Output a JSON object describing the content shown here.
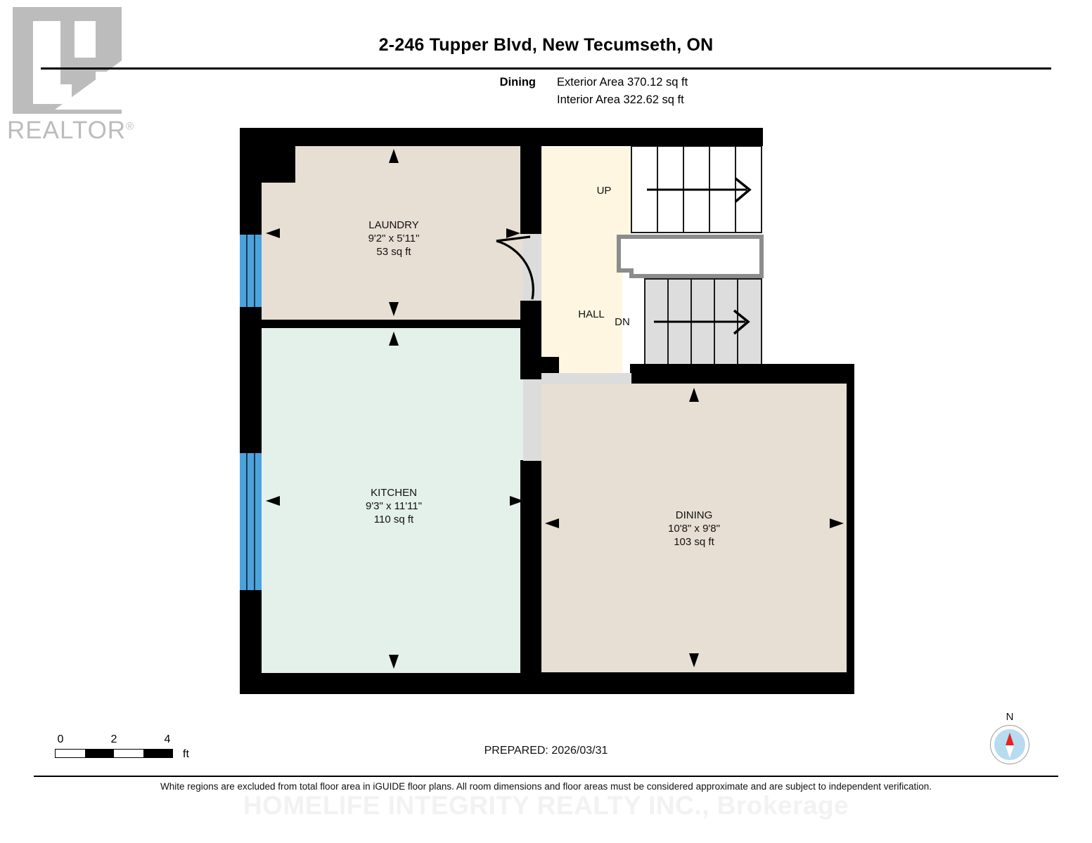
{
  "logo": {
    "brand": "REALTOR",
    "registered_mark": "®",
    "name": "realtor-logo"
  },
  "header": {
    "title": "2-246 Tupper Blvd, New Tecumseth, ON",
    "areas": [
      {
        "label": "Dining",
        "value": "Exterior Area 370.12 sq ft"
      },
      {
        "label": "",
        "value": "Interior Area 322.62 sq ft"
      }
    ]
  },
  "rooms": [
    {
      "id": "laundry",
      "name": "LAUNDRY",
      "dimensions": "9'2\" x 5'11\"",
      "area": "53 sq ft",
      "fill": "#E7DFD3"
    },
    {
      "id": "kitchen",
      "name": "KITCHEN",
      "dimensions": "9'3\" x 11'11\"",
      "area": "110 sq ft",
      "fill": "#E4F0EA"
    },
    {
      "id": "dining",
      "name": "DINING",
      "dimensions": "10'8\" x 9'8\"",
      "area": "103 sq ft",
      "fill": "#E7DFD3"
    },
    {
      "id": "hall",
      "name": "HALL",
      "dimensions": "",
      "area": "",
      "fill": "#FEF6E1"
    }
  ],
  "stairs": [
    {
      "id": "up",
      "label": "UP",
      "fill": "#FFFFFF"
    },
    {
      "id": "dn",
      "label": "DN",
      "fill": "#DDDDDD"
    }
  ],
  "scale": {
    "ticks": [
      "0",
      "2",
      "4"
    ],
    "unit": "ft"
  },
  "footer": {
    "prepared": "PREPARED: 2026/03/31",
    "disclaimer": "White regions are excluded from total floor area in iGUIDE floor plans. All room dimensions and floor areas must be considered approximate and are subject to independent verification.",
    "watermark": "HOMELIFE INTEGRITY REALTY INC., Brokerage"
  },
  "compass": {
    "north_label": "N"
  },
  "colors": {
    "wall": "#000000",
    "beige": "#E7DFD3",
    "mint": "#E4F0EA",
    "cream": "#FEF6E1",
    "window": "#4BA3DE",
    "opening": "#DCDCDC",
    "party_wall": "#A6A6A6",
    "logo_gray": "#BCBCBC",
    "compass_blue": "#B7DCF0",
    "compass_red": "#E8221F"
  }
}
